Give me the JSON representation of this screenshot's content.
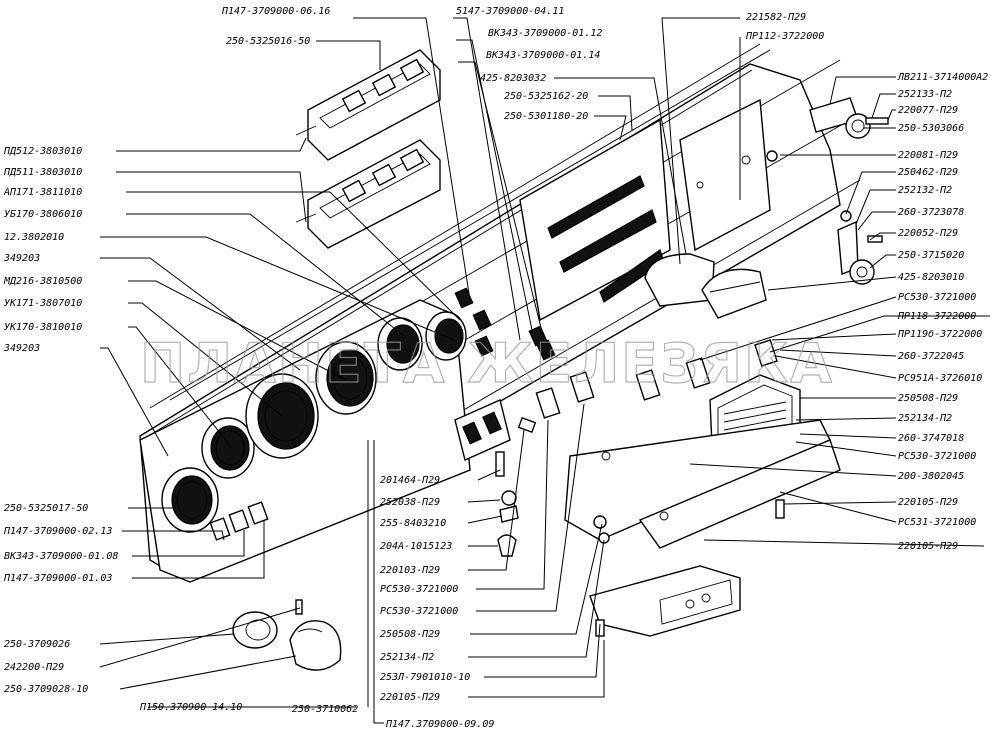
{
  "watermark": "ПЛАНЕТА ЖЕЛЕЗЯКА",
  "labels": {
    "l01": "П147-3709000-06.16",
    "l02": "5147-3709000-04.11",
    "l03": "ВК343-3709000-01.12",
    "l04": "ВК343-3709000-01.14",
    "l05": "250-5325016-50",
    "l06": "425-8203032",
    "l07": "250-5325162-20",
    "l08": "250-5301180-20",
    "l09": "221582-П29",
    "l10": "ПР112-3722000",
    "l11": "ЛВ211-3714000А2",
    "l12": "252133-П2",
    "l13": "220077-П29",
    "l14": "250-5303066",
    "l15": "220081-П29",
    "l16": "250462-П29",
    "l17": "252132-П2",
    "l18": "260-3723078",
    "l19": "220052-П29",
    "l20": "250-3715020",
    "l21": "425-8203010",
    "l22": "РС530-3721000",
    "l23": "ПР118-3722000",
    "l24": "ПР119б-3722000",
    "l25": "260-3722045",
    "l26": "РС951А-3726010",
    "l27": "250508-П29",
    "l28": "252134-П2",
    "l29": "260-3747018",
    "l30": "РС530-3721000",
    "l31": "200-3802045",
    "l32": "220105-П29",
    "l33": "РС531-3721000",
    "l34": "220105-П29",
    "l35": "ПД512-3803010",
    "l36": "ПД511-3803010",
    "l37": "АП171-3811010",
    "l38": "УБ170-3806010",
    "l39": "12.3802010",
    "l40": "349203",
    "l41": "МД216-3810500",
    "l42": "УК171-3807010",
    "l43": "УК170-3810010",
    "l44": "349203",
    "l45": "250-5325017-50",
    "l46": "П147-3709000-02.13",
    "l47": "ВК343-3709000-01.08",
    "l48": "П147-3709000-01.03",
    "l49": "201464-П29",
    "l50": "252038-П29",
    "l51": "255-8403210",
    "l52": "204А-1015123",
    "l53": "220103-П29",
    "l54": "РС530-3721000",
    "l55": "РС530-3721000",
    "l56": "250508-П29",
    "l57": "252134-П2",
    "l58": "253Л-7901010-10",
    "l59": "220105-П29",
    "l60": "250-3710062",
    "l61": "П147.3709000-09.09",
    "l62": "250-3709026",
    "l63": "242200-П29",
    "l64": "250-3709028-10",
    "l65": "П150.370900-14.10"
  }
}
